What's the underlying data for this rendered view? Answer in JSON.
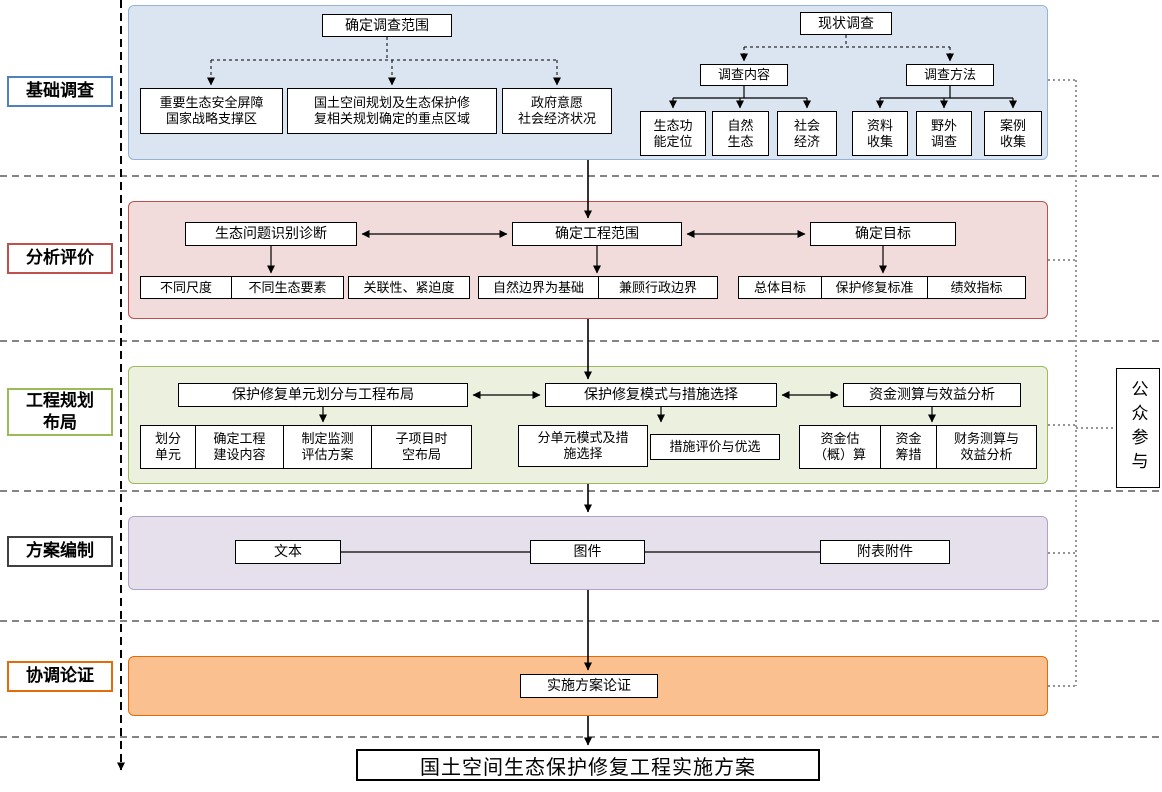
{
  "stages": {
    "survey": "基础调查",
    "analysis": "分析评价",
    "planning": "工程规划\n布局",
    "compilation": "方案编制",
    "coordination": "协调论证"
  },
  "survey": {
    "scope_header": "确定调查范围",
    "scope_item_1": "重要生态安全屏障\n国家战略支撑区",
    "scope_item_2": "国土空间规划及生态保护修\n复相关规划确定的重点区域",
    "scope_item_3": "政府意愿\n社会经济状况",
    "status_header": "现状调查",
    "content_header": "调查内容",
    "method_header": "调查方法",
    "content_item_1": "生态功\n能定位",
    "content_item_2": "自然\n生态",
    "content_item_3": "社会\n经济",
    "method_item_1": "资料\n收集",
    "method_item_2": "野外\n调查",
    "method_item_3": "案例\n收集"
  },
  "analysis": {
    "header_1": "生态问题识别诊断",
    "header_2": "确定工程范围",
    "header_3": "确定目标",
    "sub_1": "不同尺度",
    "sub_2": "不同生态要素",
    "sub_3": "关联性、紧迫度",
    "sub_4": "自然边界为基础",
    "sub_5": "兼顾行政边界",
    "sub_6": "总体目标",
    "sub_7": "保护修复标准",
    "sub_8": "绩效指标"
  },
  "planning": {
    "header_1": "保护修复单元划分与工程布局",
    "header_2": "保护修复模式与措施选择",
    "header_3": "资金测算与效益分析",
    "sub_1": "划分\n单元",
    "sub_2": "确定工程\n建设内容",
    "sub_3": "制定监测\n评估方案",
    "sub_4": "子项目时\n空布局",
    "sub_5": "分单元模式及措\n施选择",
    "sub_6": "措施评价与优选",
    "sub_7": "资金估\n（概）算",
    "sub_8": "资金\n筹措",
    "sub_9": "财务测算与\n效益分析"
  },
  "compilation": {
    "item_1": "文本",
    "item_2": "图件",
    "item_3": "附表附件"
  },
  "coordination": {
    "item_1": "实施方案论证"
  },
  "side_panel": "公众参与",
  "final_output": "国土空间生态保护修复工程实施方案",
  "colors": {
    "survey_fill": "#DBE5F1",
    "survey_border": "#95B3D7",
    "survey_label_border": "#4F81BD",
    "analysis_fill": "#F2DCDB",
    "analysis_border": "#C0504D",
    "planning_fill": "#EBF1DE",
    "planning_border": "#9BBB59",
    "compilation_fill": "#E5E0EC",
    "compilation_border": "#B2A2C7",
    "compilation_label_border": "#404040",
    "coordination_fill": "#FAC090",
    "coordination_border": "#E36C0A"
  }
}
